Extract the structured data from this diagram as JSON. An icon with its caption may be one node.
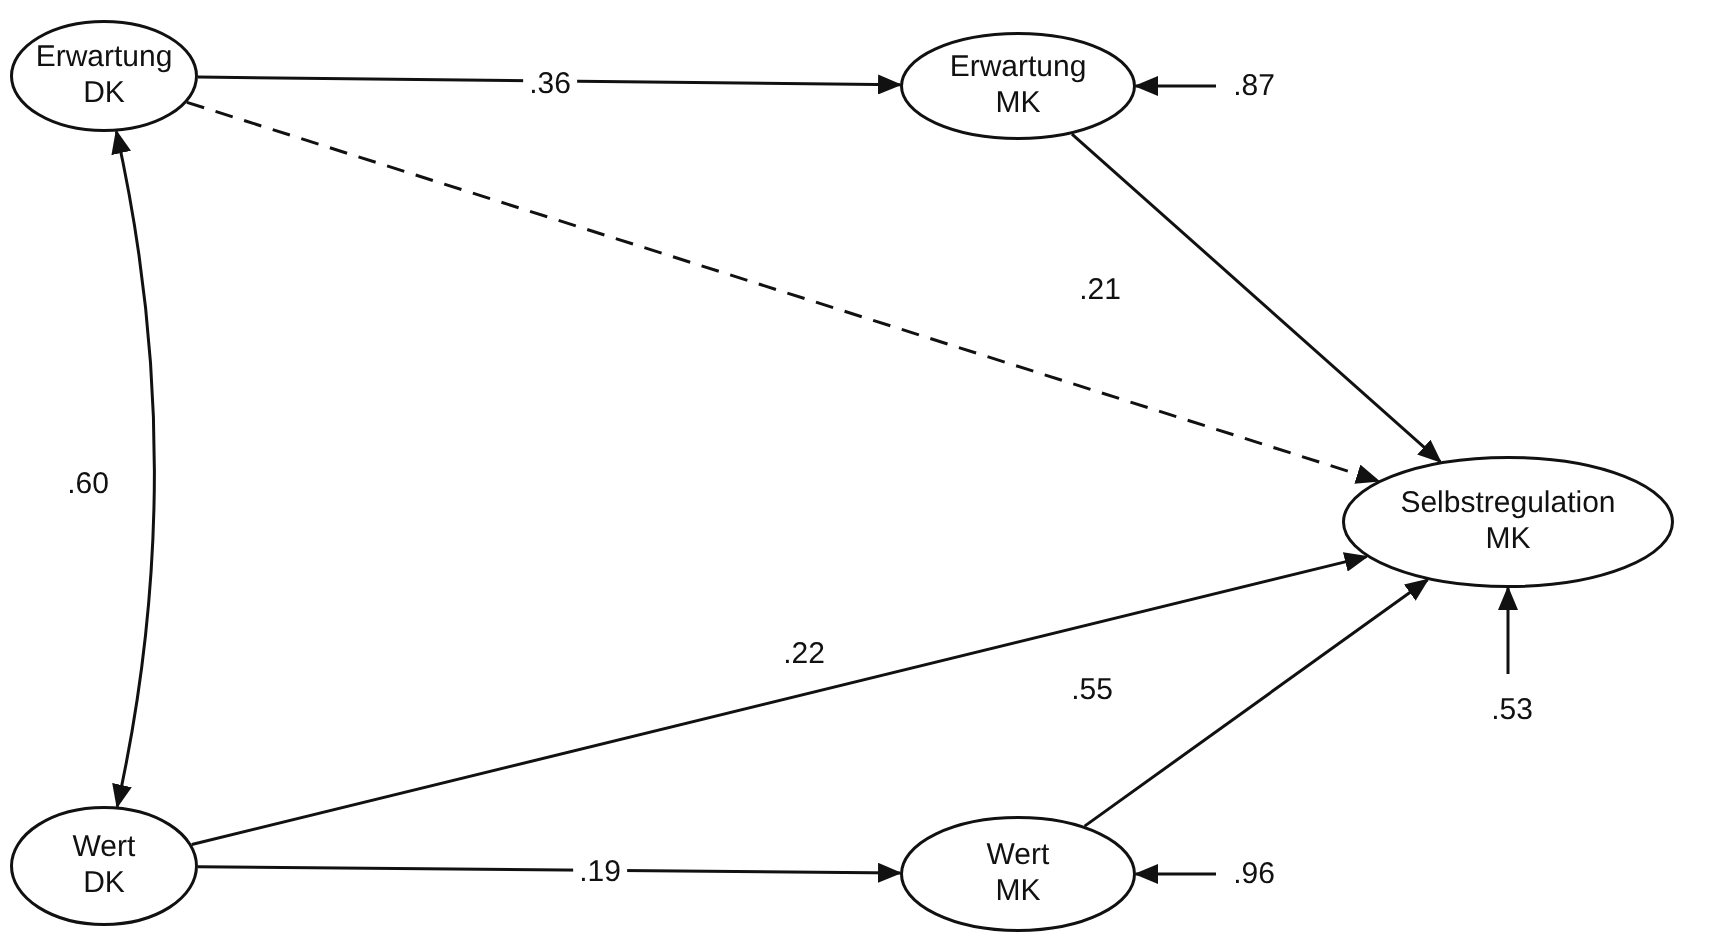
{
  "diagram": {
    "nodes": [
      {
        "text": [
          "Erwartung DK"
        ]
      },
      {
        "text": [
          "Erwartung MK"
        ]
      },
      {
        "text": [
          "Selbstregulation MK"
        ]
      },
      {
        "text": [
          "Wert DK"
        ]
      },
      {
        "text": [
          "Wert MK"
        ]
      }
    ],
    "edges": [
      {
        "from": 0,
        "to": 1,
        "arrow": "to",
        "label": ".36"
      },
      {
        "from": 0,
        "to": 2,
        "arrow": "to",
        "style": "dashed"
      },
      {
        "from": 0,
        "to": 3,
        "arrow": "both",
        "label": ".60"
      },
      {
        "from": 1,
        "to": 2,
        "arrow": "to",
        "label": ".21"
      },
      {
        "from": 3,
        "to": 2,
        "arrow": "to",
        "label": ".22"
      },
      {
        "from": 3,
        "to": 4,
        "arrow": "to",
        "label": ".19"
      },
      {
        "from": 4,
        "to": 2,
        "arrow": "to",
        "label": ".55"
      },
      {
        "from": null,
        "to": 1,
        "arrow": "to",
        "label": ".87"
      },
      {
        "from": null,
        "to": 4,
        "arrow": "to",
        "label": ".96"
      },
      {
        "from": null,
        "to": 2,
        "arrow": "to",
        "label": ".53"
      }
    ]
  }
}
